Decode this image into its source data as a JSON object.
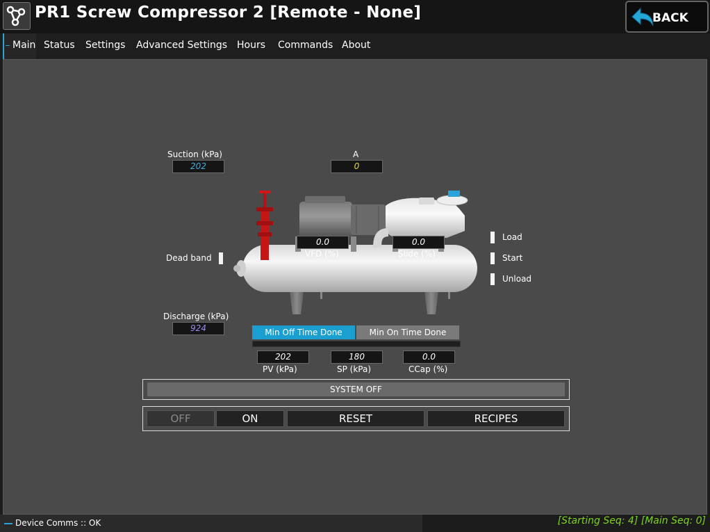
{
  "window": {
    "title": "PR1 Screw Compressor 2 [Remote - None]",
    "back_label": "BACK"
  },
  "tabs": [
    {
      "label": "Main",
      "active": true
    },
    {
      "label": "Status"
    },
    {
      "label": "Settings"
    },
    {
      "label": "Advanced Settings"
    },
    {
      "label": "Hours"
    },
    {
      "label": "Commands"
    },
    {
      "label": "About"
    }
  ],
  "readings": {
    "suction_label": "Suction (kPa)",
    "suction_value": "202",
    "amps_label": "A",
    "amps_value": "0",
    "discharge_label": "Discharge (kPa)",
    "discharge_value": "924",
    "vfd_label": "VFD (%)",
    "vfd_value": "0.0",
    "slide_label": "Slide (%)",
    "slide_value": "0.0",
    "pv_label": "PV (kPa)",
    "pv_value": "202",
    "sp_label": "SP (kPa)",
    "sp_value": "180",
    "ccap_label": "CCap (%)",
    "ccap_value": "0.0"
  },
  "indicators": {
    "dead_band": "Dead band",
    "load": "Load",
    "start": "Start",
    "unload": "Unload"
  },
  "timers": {
    "min_off": "Min Off Time Done",
    "min_on": "Min On Time Done"
  },
  "system_status": "SYSTEM OFF",
  "commands": {
    "off": "OFF",
    "on": "ON",
    "reset": "RESET",
    "recipes": "RECIPES"
  },
  "status_bar": {
    "comms": "Device Comms :: OK",
    "sequence": "[Starting Seq: 4]  [Main Seq: 0]"
  },
  "colors": {
    "accent": "#1a9fd0",
    "suction_text": "#3ab0e0",
    "amps_text": "#e8d640",
    "discharge_text": "#9a8cf0",
    "seq_text": "#7ed321",
    "valve_red": "#d01818"
  },
  "icons": {
    "logo": "network-nodes-icon",
    "back": "back-arrow-icon"
  }
}
